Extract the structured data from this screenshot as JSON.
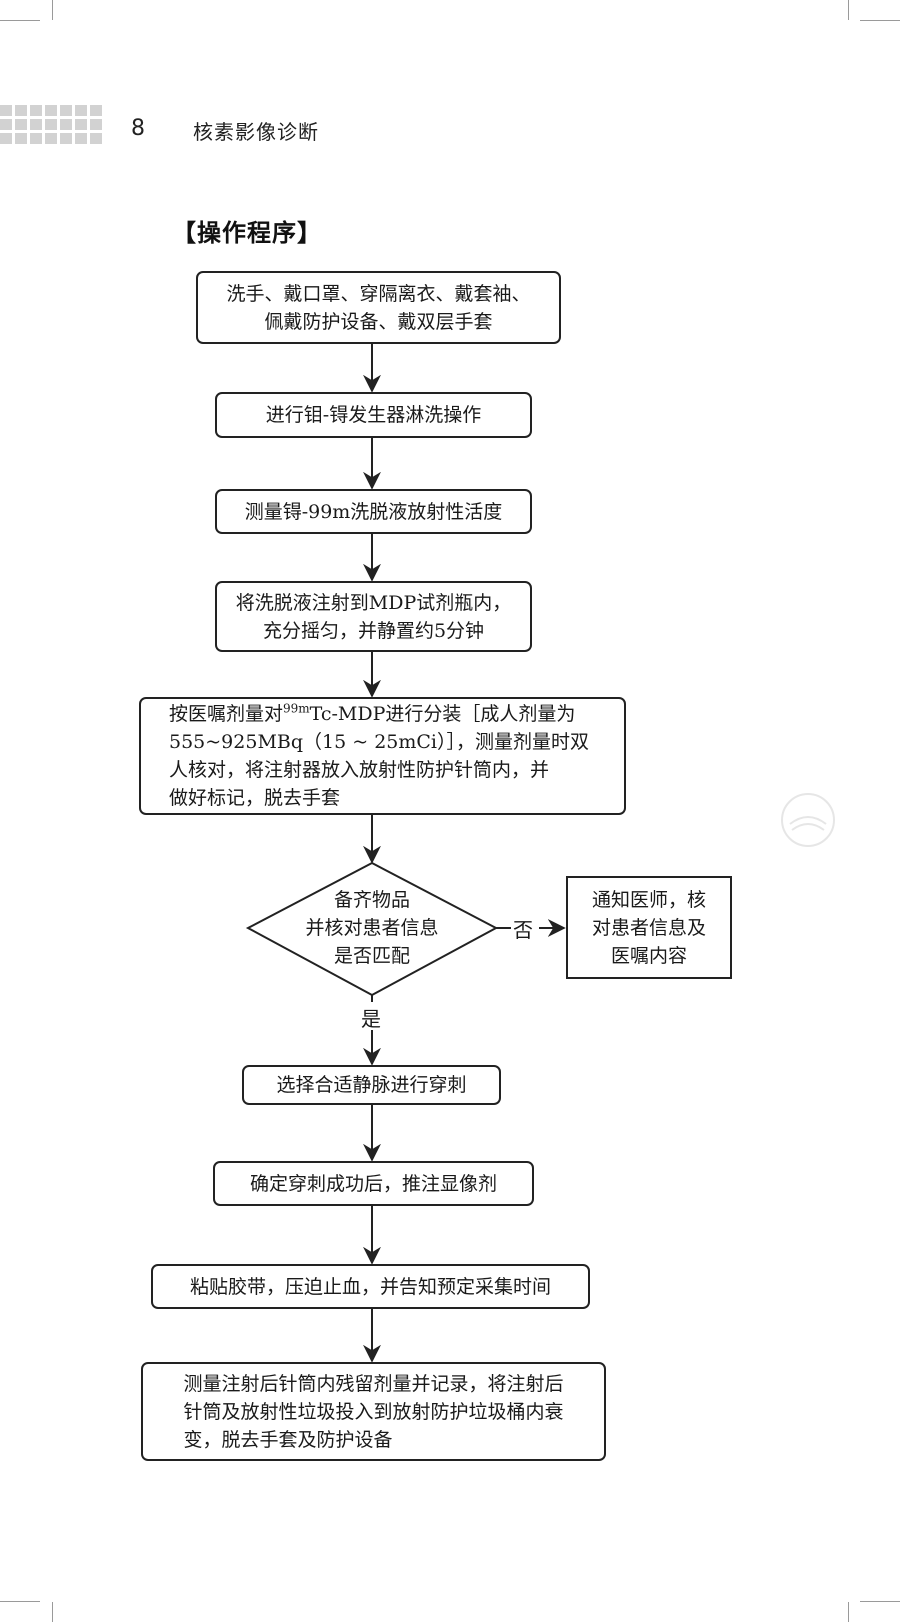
{
  "header": {
    "page_number": "8",
    "book_title": "核素影像诊断"
  },
  "section_heading": "【操作程序】",
  "flowchart": {
    "step1": "洗手、戴口罩、穿隔离衣、戴套袖、\n佩戴防护设备、戴双层手套",
    "step2": "进行钼-锝发生器淋洗操作",
    "step3": "测量锝-99m洗脱液放射性活度",
    "step4": "将洗脱液注射到MDP试剂瓶内，\n充分摇匀，并静置约5分钟",
    "step5": {
      "prefix": "按医嘱剂量对",
      "superscript": "99m",
      "rest": "Tc-MDP进行分装［成人剂量为\n555~925MBq（15 ~ 25mCi）］，测量剂量时双\n人核对，将注射器放入放射性防护针筒内，并\n做好标记，脱去手套"
    },
    "decision": "备齐物品\n并核对患者信息\n是否匹配",
    "no_label": "否",
    "no_branch": "通知医师，核\n对患者信息及\n医嘱内容",
    "yes_label": "是",
    "step6": "选择合适静脉进行穿刺",
    "step7": "确定穿刺成功后，推注显像剂",
    "step8": "粘贴胶带，压迫止血，并告知预定采集时间",
    "step9": "测量注射后针筒内残留剂量并记录，将注射后\n针筒及放射性垃圾投入到放射防护垃圾桶内衰\n变，脱去手套及防护设备"
  }
}
